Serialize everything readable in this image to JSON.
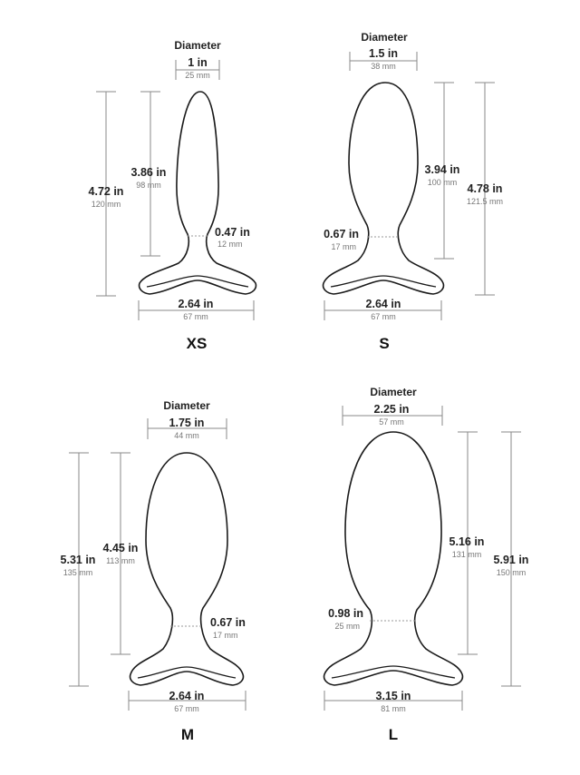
{
  "diameter_heading": "Diameter",
  "sizes": {
    "xs": {
      "label": "XS",
      "diameter": {
        "in": "1 in",
        "mm": "25 mm"
      },
      "insertable": {
        "in": "3.86 in",
        "mm": "98 mm"
      },
      "total": {
        "in": "4.72 in",
        "mm": "120 mm"
      },
      "neck": {
        "in": "0.47 in",
        "mm": "12 mm"
      },
      "base": {
        "in": "2.64 in",
        "mm": "67 mm"
      }
    },
    "s": {
      "label": "S",
      "diameter": {
        "in": "1.5 in",
        "mm": "38 mm"
      },
      "insertable": {
        "in": "3.94 in",
        "mm": "100 mm"
      },
      "total": {
        "in": "4.78 in",
        "mm": "121.5 mm"
      },
      "neck": {
        "in": "0.67 in",
        "mm": "17 mm"
      },
      "base": {
        "in": "2.64 in",
        "mm": "67 mm"
      }
    },
    "m": {
      "label": "M",
      "diameter": {
        "in": "1.75 in",
        "mm": "44 mm"
      },
      "insertable": {
        "in": "4.45 in",
        "mm": "113 mm"
      },
      "total": {
        "in": "5.31 in",
        "mm": "135 mm"
      },
      "neck": {
        "in": "0.67 in",
        "mm": "17 mm"
      },
      "base": {
        "in": "2.64 in",
        "mm": "67 mm"
      }
    },
    "l": {
      "label": "L",
      "diameter": {
        "in": "2.25 in",
        "mm": "57 mm"
      },
      "insertable": {
        "in": "5.16 in",
        "mm": "131 mm"
      },
      "total": {
        "in": "5.91 in",
        "mm": "150 mm"
      },
      "neck": {
        "in": "0.98 in",
        "mm": "25 mm"
      },
      "base": {
        "in": "3.15 in",
        "mm": "81 mm"
      }
    }
  }
}
